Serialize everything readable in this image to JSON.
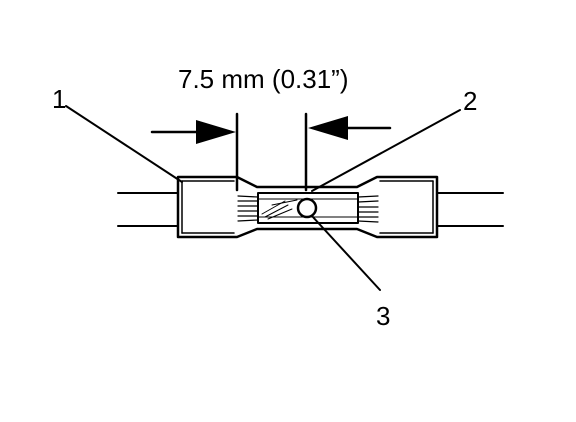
{
  "dimension_label": "7.5 mm (0.31”)",
  "callouts": {
    "one": "1",
    "two": "2",
    "three": "3"
  }
}
